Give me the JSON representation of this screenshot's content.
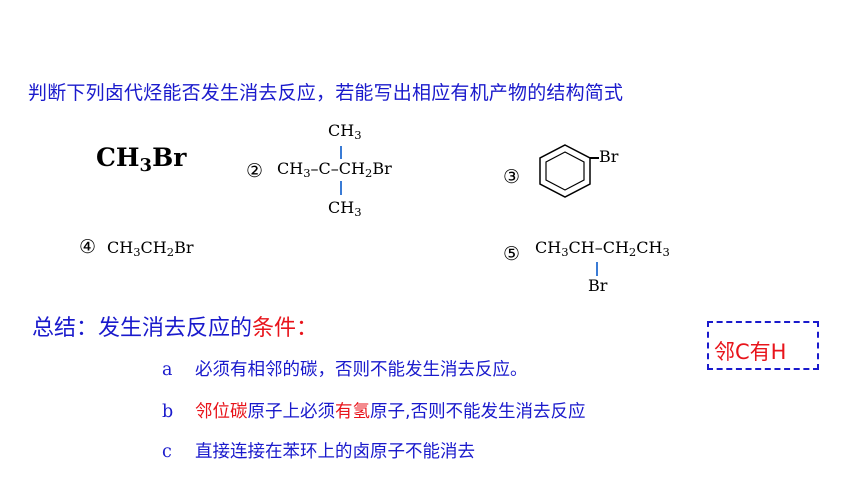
{
  "question": "判断下列卤代烃能否发生消去反应，若能写出相应有机产物的结构简式",
  "compounds": {
    "c1": {
      "part1": "CH",
      "sub": "3",
      "part2": "Br"
    },
    "c2": {
      "label": "②",
      "top": {
        "a": "CH",
        "s": "3"
      },
      "left": {
        "a": "CH",
        "s": "3"
      },
      "center": "–C–",
      "right": {
        "a": "CH",
        "s": "2",
        "b": "Br"
      },
      "bottom": {
        "a": "CH",
        "s": "3"
      }
    },
    "c3": {
      "label": "③",
      "substituent": "Br"
    },
    "c4": {
      "label": "④",
      "a": "CH",
      "s1": "3",
      "b": "CH",
      "s2": "2",
      "c": "Br"
    },
    "c5": {
      "label": "⑤",
      "a": "CH",
      "s1": "3",
      "b": "CH–CH",
      "s2": "2",
      "c": "CH",
      "s3": "3",
      "bottom": "Br"
    }
  },
  "summary": {
    "title_prefix": "总结：发生消去反应的",
    "title_highlight": "条件：",
    "rules": [
      {
        "letter": "a",
        "text": "必须有相邻的碳，否则不能发生消去反应。"
      },
      {
        "letter": "b",
        "red1": "邻位碳",
        "mid": "原子上必须",
        "red2": "有氢",
        "rest": "原子,否则不能发生消去反应"
      },
      {
        "letter": "c",
        "text": "直接连接在苯环上的卤原子不能消去"
      }
    ]
  },
  "note": "邻C有H",
  "colors": {
    "blue": "#1a1acc",
    "red": "#e8141b",
    "bond": "#3a7bd5"
  }
}
